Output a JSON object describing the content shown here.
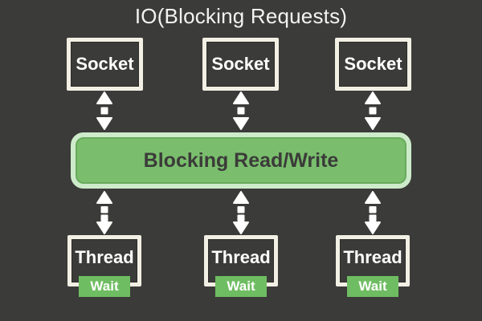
{
  "title": "IO(Blocking Requests)",
  "colors": {
    "background": "#3b3b39",
    "box_border": "#f2efe4",
    "box_text": "#ffffff",
    "middle_fill": "#7abe6d",
    "middle_border": "#cdebca",
    "middle_inner_edge": "#69aa5c",
    "middle_text": "#3b3b39",
    "badge_fill": "#6fbd62",
    "badge_text": "#ffffff",
    "arrow": "#ffffff",
    "title_text": "#f3f3f1"
  },
  "sockets": [
    {
      "label": "Socket"
    },
    {
      "label": "Socket"
    },
    {
      "label": "Socket"
    }
  ],
  "middle": {
    "label": "Blocking Read/Write"
  },
  "threads": [
    {
      "label": "Thread",
      "badge": "Wait"
    },
    {
      "label": "Thread",
      "badge": "Wait"
    },
    {
      "label": "Thread",
      "badge": "Wait"
    }
  ],
  "arrows": {
    "style": "dashed-double-headed",
    "socket_to_middle_count": 3,
    "middle_to_thread_count": 3
  }
}
